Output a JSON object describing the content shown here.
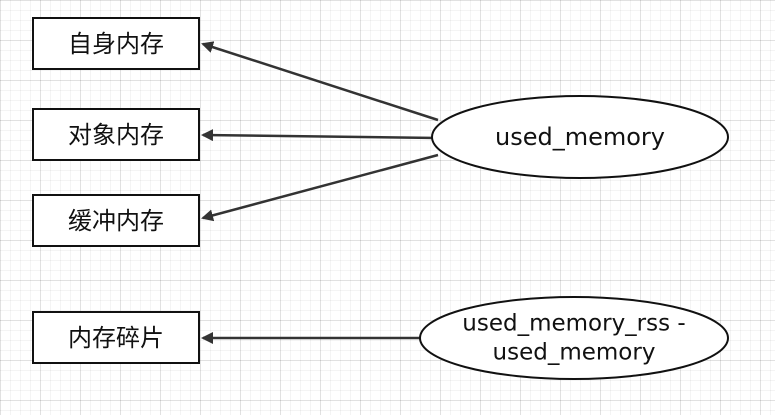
{
  "diagram": {
    "nodes": {
      "self_memory": "自身内存",
      "object_memory": "对象内存",
      "buffer_memory": "缓冲内存",
      "fragment_memory": "内存碎片",
      "used_memory": "used_memory",
      "rss_line1": "used_memory_rss -",
      "rss_line2": "used_memory"
    },
    "edges": [
      {
        "from": "used_memory",
        "to": "自身内存"
      },
      {
        "from": "used_memory",
        "to": "对象内存"
      },
      {
        "from": "used_memory",
        "to": "缓冲内存"
      },
      {
        "from": "used_memory_rss - used_memory",
        "to": "内存碎片"
      }
    ]
  }
}
